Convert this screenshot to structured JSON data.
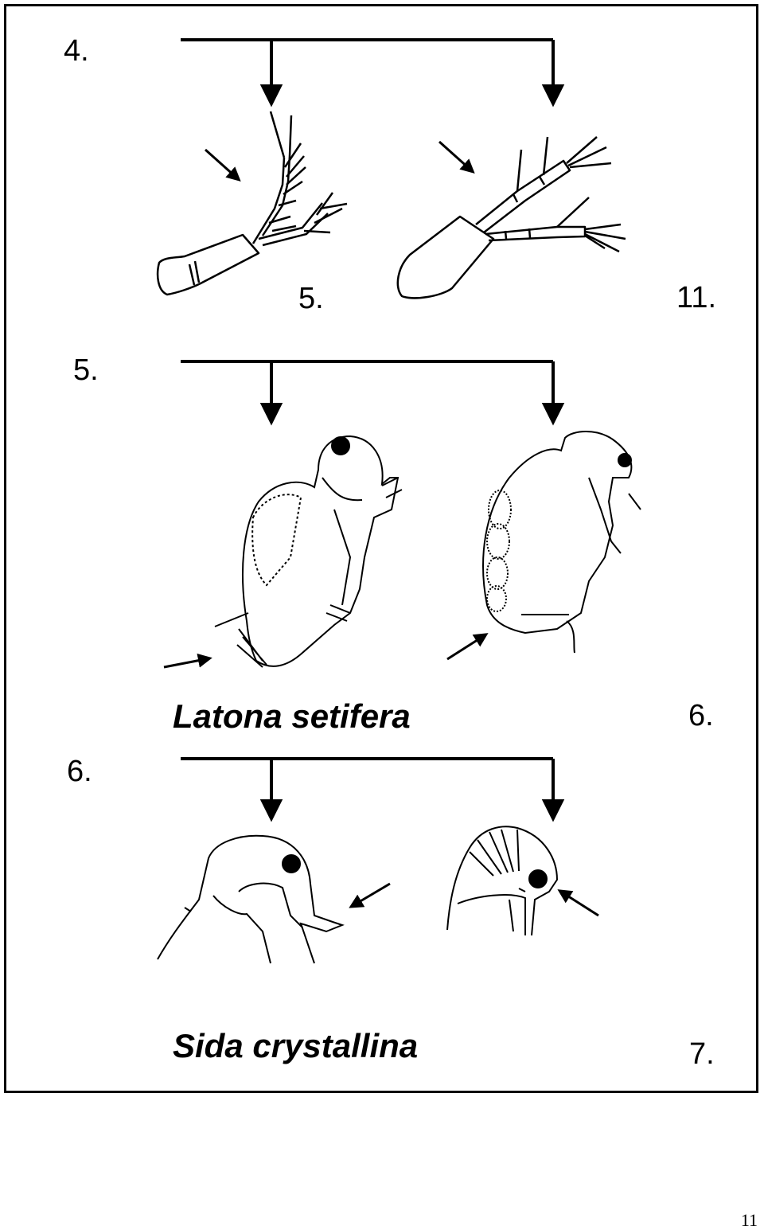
{
  "couplets": [
    {
      "number": "4.",
      "lead_left": "5.",
      "lead_right": "11."
    },
    {
      "number": "5.",
      "species": "Latona setifera",
      "lead_right": "6."
    },
    {
      "number": "6.",
      "species": "Sida crystallina",
      "lead_right": "7."
    }
  ],
  "page_number": "11"
}
